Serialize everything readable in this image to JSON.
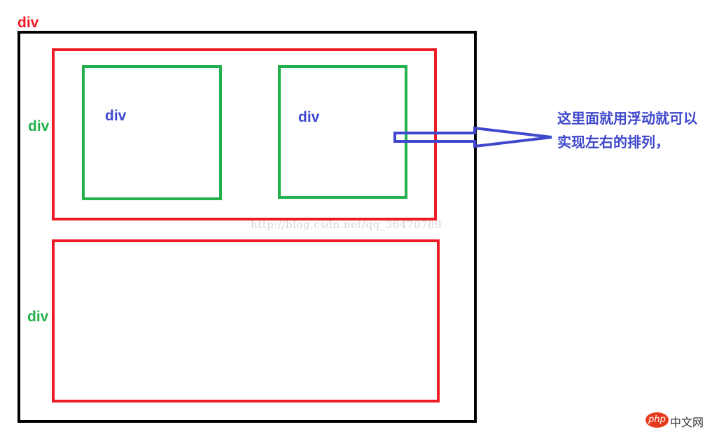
{
  "labels": {
    "outer": "div",
    "top_container": "div",
    "bottom_container": "div",
    "left_float": "div",
    "right_float": "div"
  },
  "note": {
    "line1": "这里面就用浮动就可以",
    "line2": "实现左右的排列，"
  },
  "watermark": "http://blog.csdn.net/qq_36470789",
  "logo": {
    "badge": "php",
    "text": "中文网"
  },
  "colors": {
    "outer": "#000000",
    "container": "#ed1c24",
    "child": "#22b14c",
    "annotation": "#3f48cc"
  }
}
